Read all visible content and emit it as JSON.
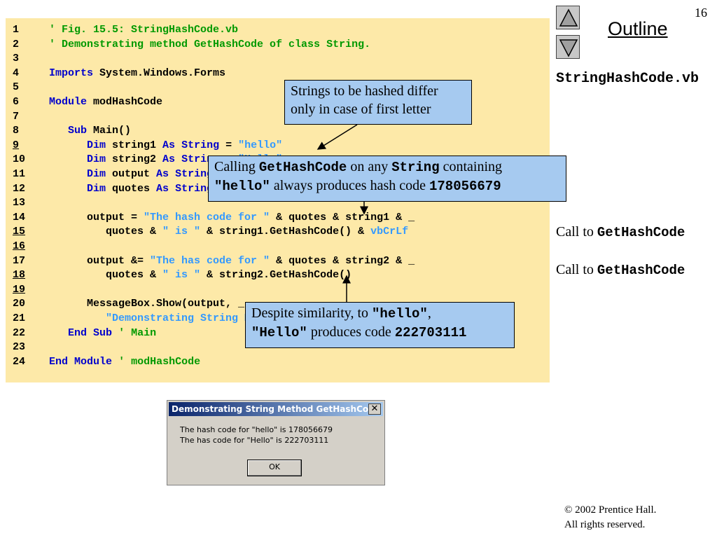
{
  "page_number": "16",
  "outline": {
    "title": "Outline",
    "file_name": "StringHashCode.vb",
    "notes": [
      {
        "prefix": "Call to ",
        "code": "GetHashCode"
      },
      {
        "prefix": "Call to ",
        "code": "GetHashCode"
      }
    ]
  },
  "code_lines": [
    {
      "n": "1",
      "html": "<span class=\"cm\">' Fig. 15.5: StringHashCode.vb</span>"
    },
    {
      "n": "2",
      "html": "<span class=\"cm\">' Demonstrating method GetHashCode of class String.</span>"
    },
    {
      "n": "3",
      "html": ""
    },
    {
      "n": "4",
      "html": "<span class=\"kw\">Imports</span> System.Windows.Forms"
    },
    {
      "n": "5",
      "html": ""
    },
    {
      "n": "6",
      "html": "<span class=\"kw\">Module</span> modHashCode"
    },
    {
      "n": "7",
      "html": ""
    },
    {
      "n": "8",
      "html": "   <span class=\"kw\">Sub</span> Main()"
    },
    {
      "n": "9",
      "u": true,
      "html": "      <span class=\"kw\">Dim</span> string1 <span class=\"kw\">As</span> <span class=\"kw\">String</span> = <span class=\"st\">\"hello\"</span>"
    },
    {
      "n": "10",
      "html": "      <span class=\"kw\">Dim</span> string2 <span class=\"kw\">As</span> <span class=\"kw\">String</span> = <span class=\"st\">\"Hello\"</span>"
    },
    {
      "n": "11",
      "html": "      <span class=\"kw\">Dim</span> output <span class=\"kw\">As</span> <span class=\"kw\">String</span>"
    },
    {
      "n": "12",
      "html": "      <span class=\"kw\">Dim</span> quotes <span class=\"kw\">As</span> <span class=\"kw\">String</span> = ChrW(34)"
    },
    {
      "n": "13",
      "html": ""
    },
    {
      "n": "14",
      "html": "      output = <span class=\"st\">\"The hash code for \"</span> &amp; quotes &amp; string1 &amp; _"
    },
    {
      "n": "15",
      "u": true,
      "html": "         quotes &amp; <span class=\"st\">\" is \"</span> &amp; string1.GetHashCode() &amp; <span class=\"st\">vbCrLf</span>"
    },
    {
      "n": "16",
      "u": true,
      "html": ""
    },
    {
      "n": "17",
      "html": "      output &amp;= <span class=\"st\">\"The has code for \"</span> &amp; quotes &amp; string2 &amp; _"
    },
    {
      "n": "18",
      "u": true,
      "html": "         quotes &amp; <span class=\"st\">\" is \"</span> &amp; string2.GetHashCode()"
    },
    {
      "n": "19",
      "u": true,
      "html": ""
    },
    {
      "n": "20",
      "html": "      MessageBox.Show(output, _"
    },
    {
      "n": "21",
      "html": "         <span class=\"st\">\"Demonstrating String Method GetHashCode\"</span>)"
    },
    {
      "n": "22",
      "html": "   <span class=\"kw\">End</span> <span class=\"kw\">Sub</span> <span class=\"cm\">' Main</span>"
    },
    {
      "n": "23",
      "html": ""
    },
    {
      "n": "24",
      "html": "<span class=\"kw\">End</span> <span class=\"kw\">Module</span> <span class=\"cm\">' modHashCode</span>"
    }
  ],
  "callouts": {
    "c1": "Strings to be hashed differ only in case of first letter",
    "c2": {
      "t1": "Calling ",
      "c1": "GetHashCode",
      "t2": " on any ",
      "c2": "String",
      "t3": " containing ",
      "c3": "\"hello\"",
      "t4": " always produces hash code ",
      "c4": "178056679"
    },
    "c3": {
      "t1": "Despite similarity, to ",
      "c1": "\"hello\"",
      "t2": ",",
      "c2": "\"Hello\"",
      "t3": " produces code ",
      "c3": "222703111"
    }
  },
  "dialog": {
    "title": "Demonstrating String Method GetHashCode",
    "close": "✕",
    "line1": "The hash code for \"hello\" is 178056679",
    "line2": "The has code for \"Hello\" is 222703111",
    "ok": "OK"
  },
  "copyright": {
    "line1": "© 2002 Prentice Hall.",
    "line2": "All rights reserved."
  }
}
